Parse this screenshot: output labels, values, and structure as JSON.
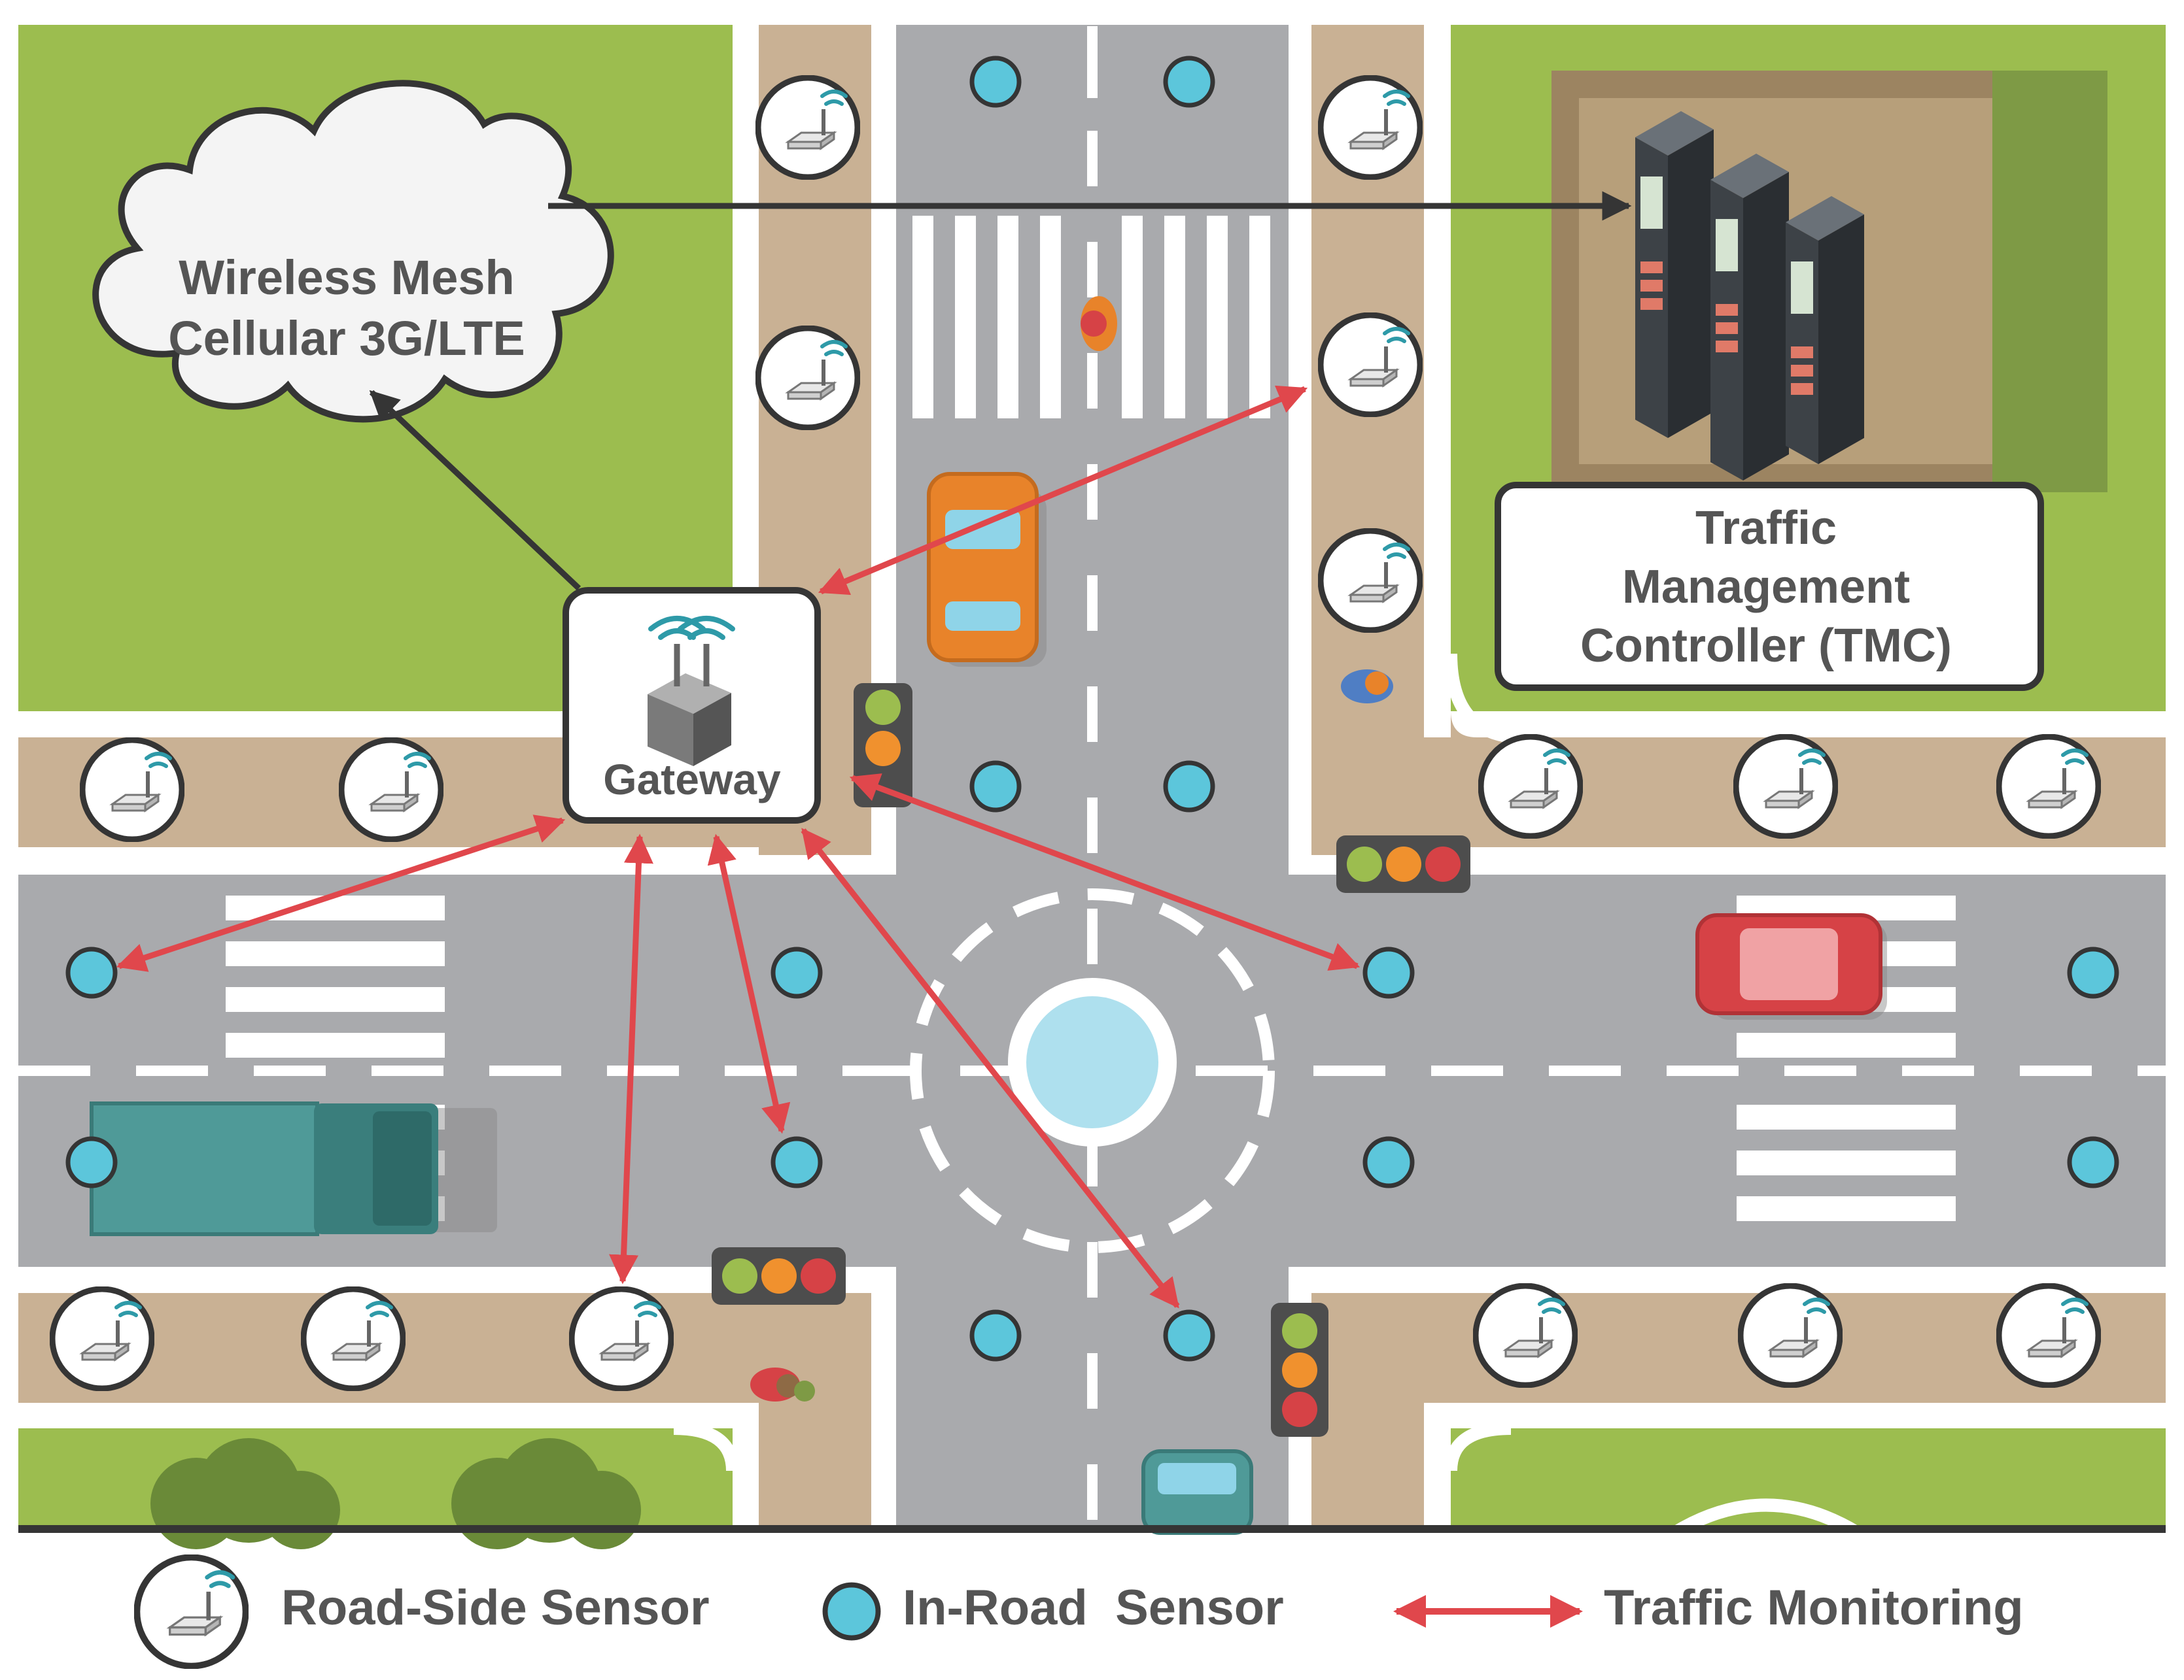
{
  "cloud": {
    "line1": "Wireless Mesh",
    "line2": "Cellular 3G/LTE"
  },
  "gateway": {
    "label": "Gateway"
  },
  "tmc": {
    "line1": "Traffic",
    "line2": "Management",
    "line3": "Controller (TMC)"
  },
  "legend": {
    "roadside": "Road-Side Sensor",
    "inroad": "In-Road  Sensor",
    "monitoring": "Traffic Monitoring"
  },
  "colors": {
    "grass": "#9cbd4f",
    "sidewalk": "#c9b194",
    "road": "#a9aaad",
    "marking": "#ffffff",
    "sensor": "#5cc6db",
    "arrow": "#e0474c",
    "outline": "#353535",
    "text": "#555555",
    "tmc_ground": "#9c8461"
  },
  "icons": {
    "roadside_sensor": "wifi-router-icon",
    "inroad_sensor": "circle-sensor-icon",
    "gateway": "gateway-router-icon",
    "server": "server-rack-icon",
    "traffic_light": "traffic-light-icon"
  }
}
